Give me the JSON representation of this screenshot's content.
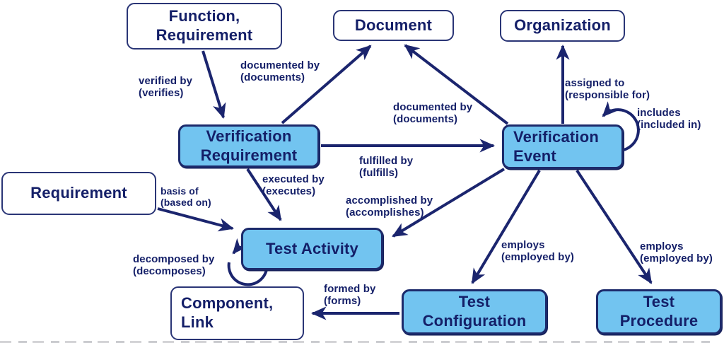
{
  "diagram": {
    "title": "verification-concepts-relationship-diagram",
    "colors": {
      "node_fill_blue": "#72c4f0",
      "node_fill_white": "#ffffff",
      "border_navy": "#1c2a6b",
      "arrow_navy": "#1b256e",
      "text_navy": "#141f68"
    },
    "nodes": [
      {
        "id": "function-requirement",
        "label": "Function,\nRequirement"
      },
      {
        "id": "document",
        "label": "Document"
      },
      {
        "id": "organization",
        "label": "Organization"
      },
      {
        "id": "verification-requirement",
        "label": "Verification\nRequirement"
      },
      {
        "id": "verification-event",
        "label": "Verification\nEvent"
      },
      {
        "id": "requirement",
        "label": "Requirement"
      },
      {
        "id": "test-activity",
        "label": "Test Activity"
      },
      {
        "id": "component-link",
        "label": "Component,\nLink"
      },
      {
        "id": "test-configuration",
        "label": "Test\nConfiguration"
      },
      {
        "id": "test-procedure",
        "label": "Test\nProcedure"
      }
    ],
    "edge_labels": [
      {
        "id": "verified-by",
        "label": "verified by\n(verifies)"
      },
      {
        "id": "documented-by-requirement",
        "label": "documented by\n(documents)"
      },
      {
        "id": "documented-by-event",
        "label": "documented by\n(documents)"
      },
      {
        "id": "assigned-to",
        "label": "assigned to\n(responsible for)"
      },
      {
        "id": "includes",
        "label": "includes\n(included in)"
      },
      {
        "id": "fulfilled-by",
        "label": "fulfilled by\n(fulfills)"
      },
      {
        "id": "executed-by",
        "label": "executed by\n(executes)"
      },
      {
        "id": "accomplished-by",
        "label": "accomplished by\n(accomplishes)"
      },
      {
        "id": "basis-of",
        "label": "basis of\n(based on)"
      },
      {
        "id": "decomposed-by",
        "label": "decomposed by\n(decomposes)"
      },
      {
        "id": "formed-by",
        "label": "formed by\n(forms)"
      },
      {
        "id": "employs-configuration",
        "label": "employs\n(employed by)"
      },
      {
        "id": "employs-procedure",
        "label": "employs\n(employed by)"
      }
    ]
  }
}
